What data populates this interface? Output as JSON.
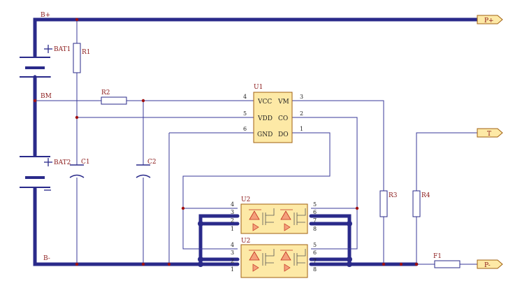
{
  "nets": {
    "bplus": "B+",
    "bm": "BM",
    "bminus": "B-"
  },
  "ports": {
    "pplus": "P+",
    "t": "T",
    "pminus": "P-"
  },
  "components": {
    "bat1": "BAT1",
    "bat2": "BAT2",
    "r1": "R1",
    "r2": "R2",
    "r3": "R3",
    "r4": "R4",
    "c1": "C1",
    "c2": "C2",
    "f1": "F1",
    "u1": "U1",
    "u2a": "U2",
    "u2b": "U2"
  },
  "u1_pins": {
    "vcc": "VCC",
    "vdd": "VDD",
    "gnd": "GND",
    "vm": "VM",
    "co": "CO",
    "do": "DO",
    "n4": "4",
    "n5": "5",
    "n6": "6",
    "n3": "3",
    "n2": "2",
    "n1": "1"
  },
  "u2_pins": {
    "l4": "4",
    "l3": "3",
    "l2": "2",
    "l1": "1",
    "r5": "5",
    "r6": "6",
    "r7": "7",
    "r8": "8"
  },
  "colors": {
    "wire": "#3a3a9a",
    "bus": "#2a2a8a",
    "label": "#8b1a1a",
    "chip_fill": "#fde9a6",
    "chip_border": "#a06010",
    "junction": "#a01010"
  }
}
